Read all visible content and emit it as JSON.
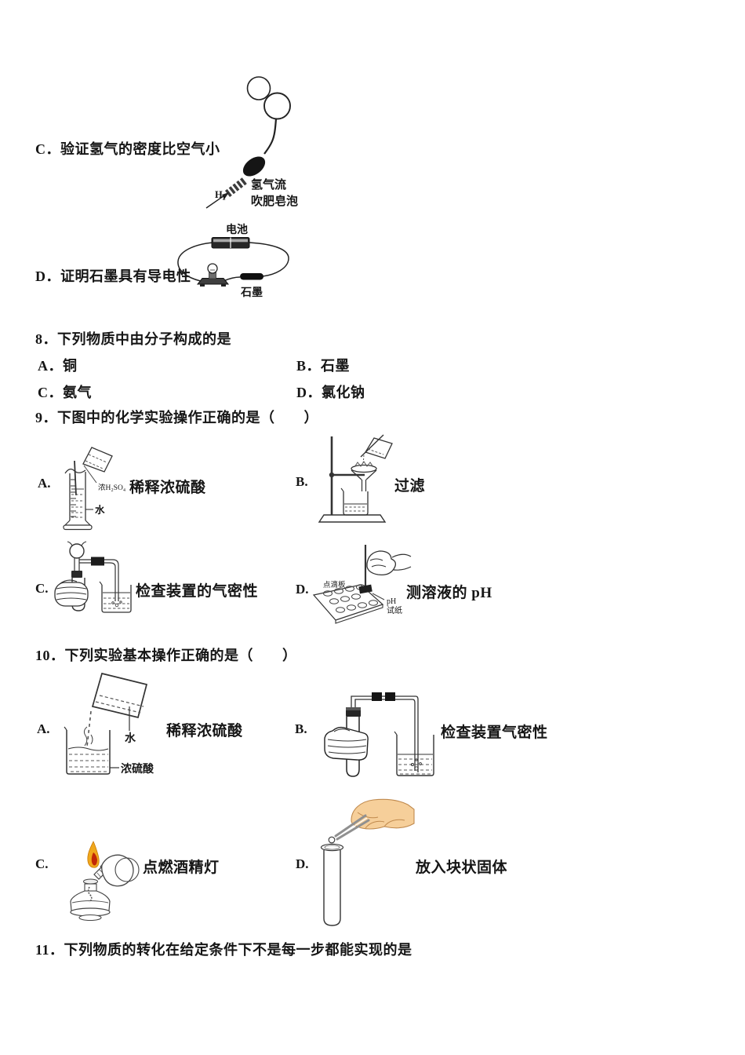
{
  "colors": {
    "ink": "#1c1c1c",
    "flame_outer": "#f0a81c",
    "flame_core": "#c22807",
    "skin": "#f6cf9a"
  },
  "intro": {
    "option_c": {
      "label": "C．",
      "text": "验证氢气的密度比空气小"
    },
    "option_d": {
      "label": "D．",
      "text": "证明石墨具有导电性"
    }
  },
  "fig_bubbles": {
    "h2": "H₂",
    "caption_line1": "氢气流",
    "caption_line2": "吹肥皂泡"
  },
  "fig_circuit": {
    "battery": "电池",
    "graphite": "石墨"
  },
  "q8": {
    "number": "8．",
    "text": "下列物质中由分子构成的是",
    "options": [
      {
        "label": "A．",
        "text": "铜"
      },
      {
        "label": "B．",
        "text": "石墨"
      },
      {
        "label": "C．",
        "text": "氨气"
      },
      {
        "label": "D．",
        "text": "氯化钠"
      }
    ]
  },
  "q9": {
    "number": "9．",
    "text": "下图中的化学实验操作正确的是（　　）",
    "options": [
      {
        "label": "A.",
        "caption": "稀释浓硫酸"
      },
      {
        "label": "B.",
        "caption": "过滤"
      },
      {
        "label": "C.",
        "caption": "检查装置的气密性"
      },
      {
        "label": "D.",
        "caption": "测溶液的 pH"
      }
    ]
  },
  "fig_q9a": {
    "acid": "浓H₂SO₄",
    "water": "水"
  },
  "fig_q9d": {
    "plate": "点滴板",
    "paper_line1": "pH",
    "paper_line2": "试纸"
  },
  "q10": {
    "number": "10．",
    "text": "下列实验基本操作正确的是（　　）",
    "options": [
      {
        "label": "A.",
        "caption": "稀释浓硫酸"
      },
      {
        "label": "B.",
        "caption": "检查装置气密性"
      },
      {
        "label": "C.",
        "caption": "点燃酒精灯"
      },
      {
        "label": "D.",
        "caption": "放入块状固体"
      }
    ]
  },
  "fig_q10a": {
    "water": "水",
    "acid": "浓硫酸"
  },
  "q11": {
    "number": "11．",
    "text": "下列物质的转化在给定条件下不是每一步都能实现的是"
  }
}
